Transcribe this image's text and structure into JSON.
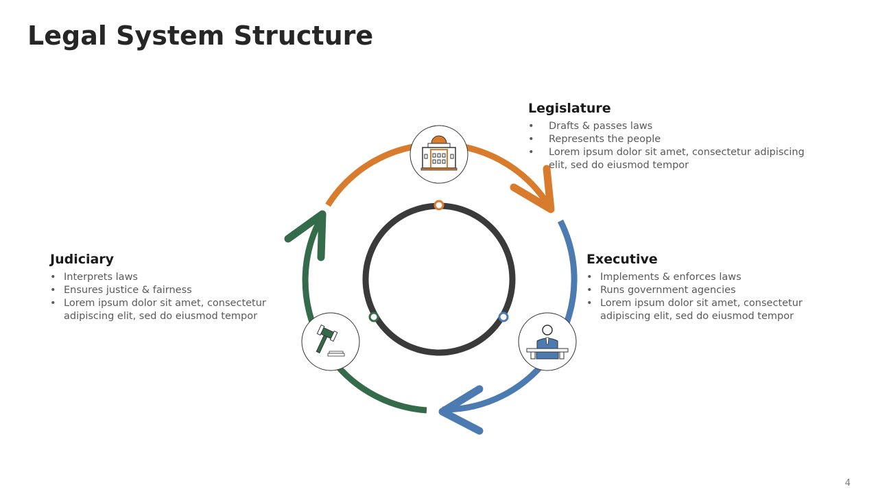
{
  "title": "Legal System Structure",
  "page_number": "4",
  "colors": {
    "legislature": "#D97B2C",
    "executive": "#4B7BB0",
    "judiciary": "#346B4A",
    "ring": "#3A3A3A"
  },
  "sections": {
    "legislature": {
      "heading": "Legislature",
      "items": [
        "Drafts & passes laws",
        "Represents the people",
        "Lorem ipsum dolor sit amet, consectetur adipiscing elit, sed do eiusmod tempor"
      ],
      "icon": "capitol-building-icon"
    },
    "executive": {
      "heading": "Executive",
      "items": [
        "Implements & enforces laws",
        "Runs government agencies",
        "Lorem ipsum dolor sit amet, consectetur adipiscing elit, sed do eiusmod tempor"
      ],
      "icon": "official-at-desk-icon"
    },
    "judiciary": {
      "heading": "Judiciary",
      "items": [
        "Interprets laws",
        "Ensures justice & fairness",
        "Lorem ipsum dolor sit amet, consectetur adipiscing elit, sed do eiusmod tempor"
      ],
      "icon": "gavel-icon"
    }
  }
}
